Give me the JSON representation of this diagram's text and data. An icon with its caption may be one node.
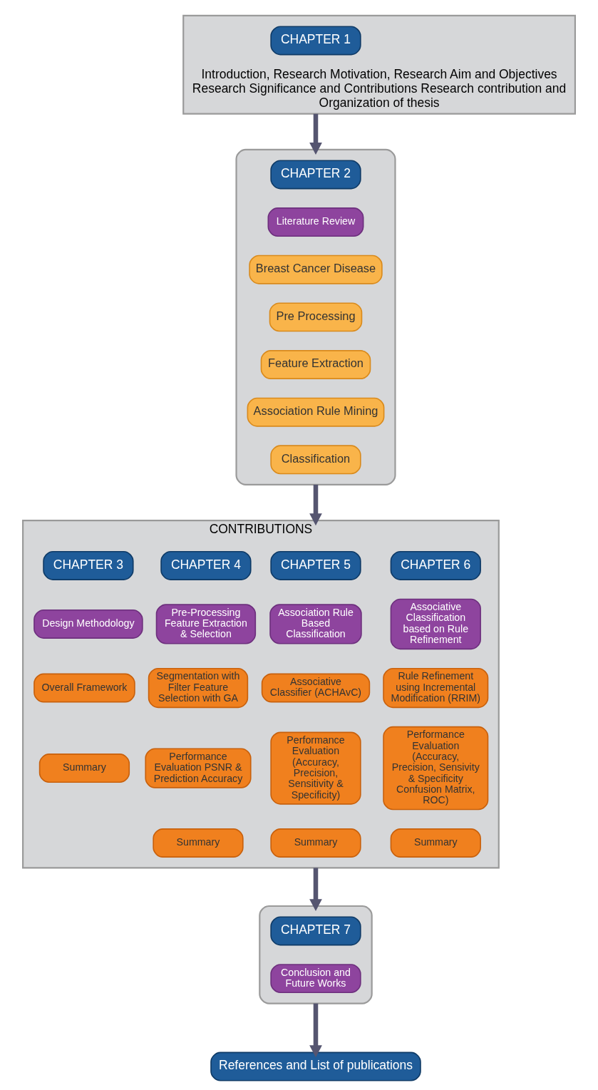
{
  "diagram": {
    "nodes": [
      {
        "text": [
          "Introduction, Research Motivation, Research Aim and Objectives Research Significance and Contributions Research contribution and Organization of thesis"
        ]
      },
      {
        "text": [
          "CHAPTER 1"
        ],
        "in": 0
      },
      {
        "text": [],
        "shape": "box"
      },
      {
        "text": [
          "CHAPTER 2"
        ],
        "in": 2
      },
      {
        "text": [
          "Literature Review"
        ],
        "in": 2
      },
      {
        "text": [
          "Breast Cancer Disease"
        ],
        "in": 2
      },
      {
        "text": [
          "Pre Processing"
        ],
        "in": 2
      },
      {
        "text": [
          "Feature Extraction"
        ],
        "in": 2
      },
      {
        "text": [
          "Association Rule Mining"
        ],
        "in": 2
      },
      {
        "text": [
          "Classification"
        ],
        "in": 2
      },
      {
        "text": [
          "CONTRIBUTIONS"
        ]
      },
      {
        "text": [
          "CHAPTER 3"
        ],
        "in": 10
      },
      {
        "text": [
          "Design Methodology"
        ],
        "in": 10
      },
      {
        "text": [
          "Overall Framework"
        ],
        "in": 10
      },
      {
        "text": [
          "Summary"
        ],
        "in": 10
      },
      {
        "text": [
          "CHAPTER 4"
        ],
        "in": 10
      },
      {
        "text": [
          "Pre-Processing Feature Extraction & Selection"
        ],
        "in": 10
      },
      {
        "text": [
          "Segmentation with Filter Feature Selection with GA"
        ],
        "in": 10
      },
      {
        "text": [
          "Performance Evaluation PSNR & Prediction Accuracy"
        ],
        "in": 10
      },
      {
        "text": [
          "Summary"
        ],
        "in": 10
      },
      {
        "text": [
          "CHAPTER 5"
        ],
        "in": 10
      },
      {
        "text": [
          "Association Rule Based Classification"
        ],
        "in": 10
      },
      {
        "text": [
          "Associative Classifier (ACHAvC)"
        ],
        "in": 10
      },
      {
        "text": [
          "Performance Evaluation",
          "(Accuracy, Precision, Sensitivity & Specificity)"
        ],
        "in": 10
      },
      {
        "text": [
          "Summary"
        ],
        "in": 10
      },
      {
        "text": [
          "CHAPTER 6"
        ],
        "in": 10
      },
      {
        "text": [
          "Associative Classification based on Rule Refinement"
        ],
        "in": 10
      },
      {
        "text": [
          "Rule Refinement using Incremental Modification (RRIM)"
        ],
        "in": 10
      },
      {
        "text": [
          "Performance Evaluation",
          "(Accuracy, Precision, Sensivity & Specificity Confusion Matrix, ROC)"
        ],
        "in": 10
      },
      {
        "text": [
          "Summary"
        ],
        "in": 10
      },
      {
        "text": [],
        "shape": "box"
      },
      {
        "text": [
          "CHAPTER 7"
        ],
        "in": 30
      },
      {
        "text": [
          "Conclusion and Future Works"
        ],
        "in": 30
      },
      {
        "text": [
          "References and List of publications"
        ]
      }
    ],
    "edges": [
      {
        "from": 0,
        "to": 2,
        "arrow": "to"
      },
      {
        "from": 2,
        "to": 10,
        "arrow": "to"
      },
      {
        "from": 10,
        "to": 30,
        "arrow": "to"
      },
      {
        "from": 30,
        "to": 33,
        "arrow": "to"
      }
    ]
  }
}
